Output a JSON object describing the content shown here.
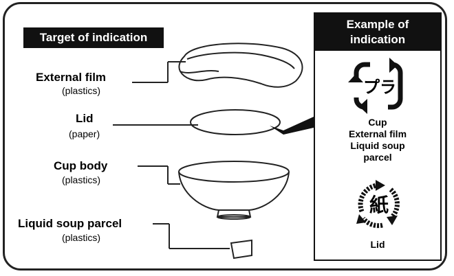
{
  "header": {
    "target_label": "Target of indication"
  },
  "parts": [
    {
      "name": "External film",
      "material": "(plastics)"
    },
    {
      "name": "Lid",
      "material": "(paper)"
    },
    {
      "name": "Cup body",
      "material": "(plastics)"
    },
    {
      "name": "Liquid soup parcel",
      "material": "(plastics)"
    }
  ],
  "example_panel": {
    "title_line1": "Example of",
    "title_line2": "indication",
    "plastic_mark_text": "プラ",
    "plastic_targets": [
      "Cup",
      "External film",
      "Liquid soup",
      "parcel"
    ],
    "paper_mark_text": "紙",
    "paper_target": "Lid"
  },
  "icons": [
    "plastic-recycle-icon",
    "paper-recycle-icon"
  ]
}
